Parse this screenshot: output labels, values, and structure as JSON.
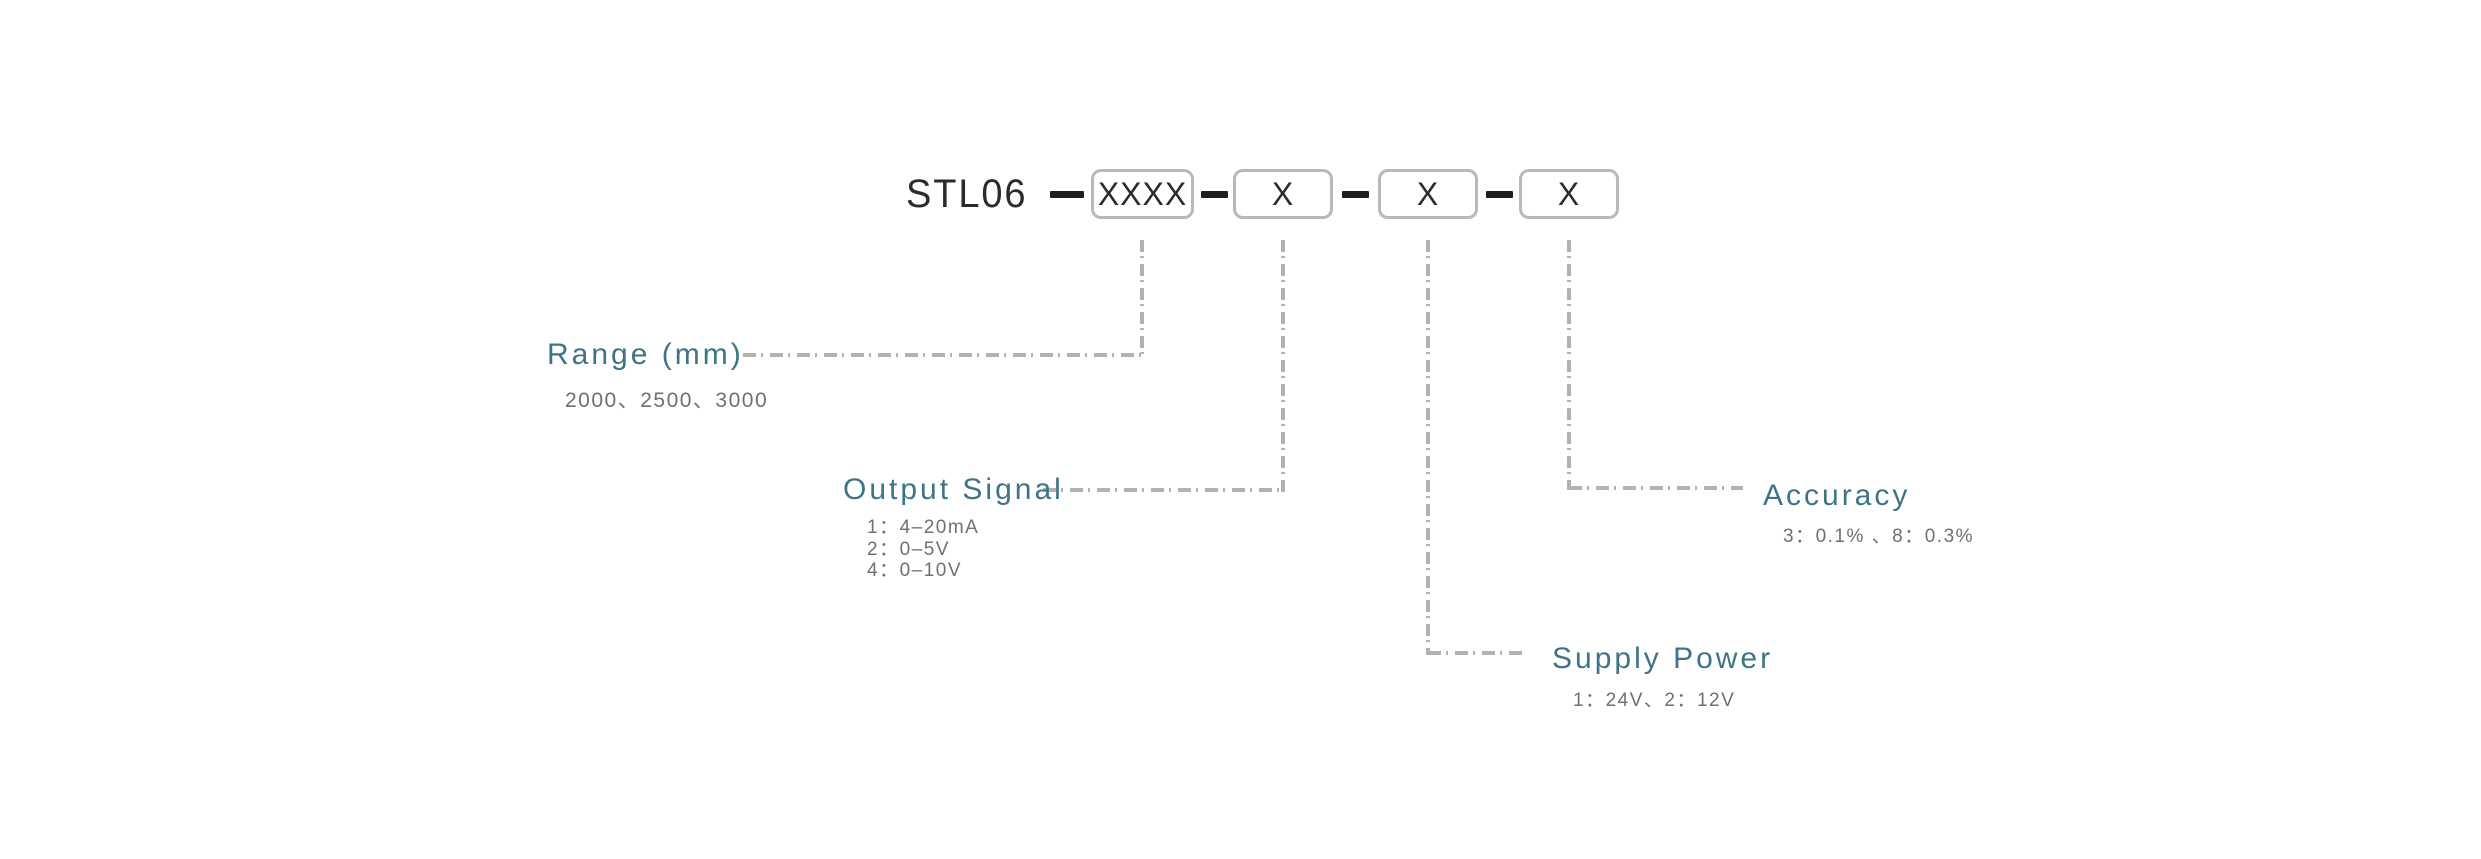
{
  "code": {
    "prefix": "STL06",
    "boxes": [
      "XXXX",
      "X",
      "X",
      "X"
    ]
  },
  "sections": {
    "range": {
      "label": "Range (mm)",
      "options_text": "2000、2500、3000"
    },
    "output_signal": {
      "label": "Output Signal",
      "options": [
        "1：4–20mA",
        "2：0–5V",
        "4：0–10V"
      ]
    },
    "supply_power": {
      "label": "Supply Power",
      "options_text": "1：24V、2：12V"
    },
    "accuracy": {
      "label": "Accuracy",
      "options_text": "3：0.1% 、8：0.3%"
    }
  },
  "colors": {
    "label_teal": "#3D7487",
    "option_gray": "#6F7072",
    "code_text": "#2B2B2B",
    "box_border": "#BBB8B8",
    "connector": "#B5B1AE",
    "background": "#FFFFFF"
  }
}
